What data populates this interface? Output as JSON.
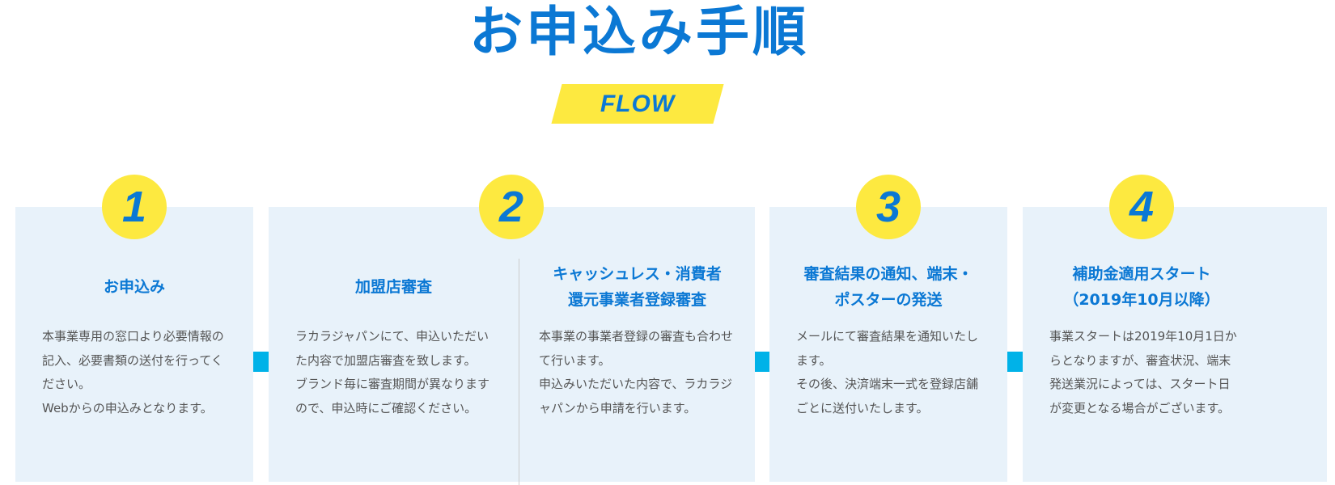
{
  "title": "お申込み手順",
  "subtitle": "FLOW",
  "colors": {
    "accent": "#0b78d4",
    "yellow": "#fde940",
    "panel": "#e8f2fa",
    "connector": "#00b2e8"
  },
  "steps": [
    {
      "number": "1",
      "columns": [
        {
          "heading": "お申込み",
          "body": "本事業専用の窓口より必要情報の記入、必要書類の送付を行ってください。\nWebからの申込みとなります。"
        }
      ]
    },
    {
      "number": "2",
      "columns": [
        {
          "heading": "加盟店審査",
          "body": "ラカラジャパンにて、申込いただいた内容で加盟店審査を致します。\nブランド毎に審査期間が異なりますので、申込時にご確認ください。"
        },
        {
          "heading": "キャッシュレス・消費者\n還元事業者登録審査",
          "body": "本事業の事業者登録の審査も合わせて行います。\n申込みいただいた内容で、ラカラジャパンから申請を行います。"
        }
      ]
    },
    {
      "number": "3",
      "columns": [
        {
          "heading": "審査結果の通知、端末・\nポスターの発送",
          "body": "メールにて審査結果を通知いたします。\nその後、決済端末一式を登録店舗ごとに送付いたします。"
        }
      ]
    },
    {
      "number": "4",
      "columns": [
        {
          "heading": "補助金適用スタート\n（2019年10月以降）",
          "body": "事業スタートは2019年10月1日からとなりますが、審査状況、端末発送業況によっては、スタート日が変更となる場合がございます。"
        }
      ]
    }
  ]
}
